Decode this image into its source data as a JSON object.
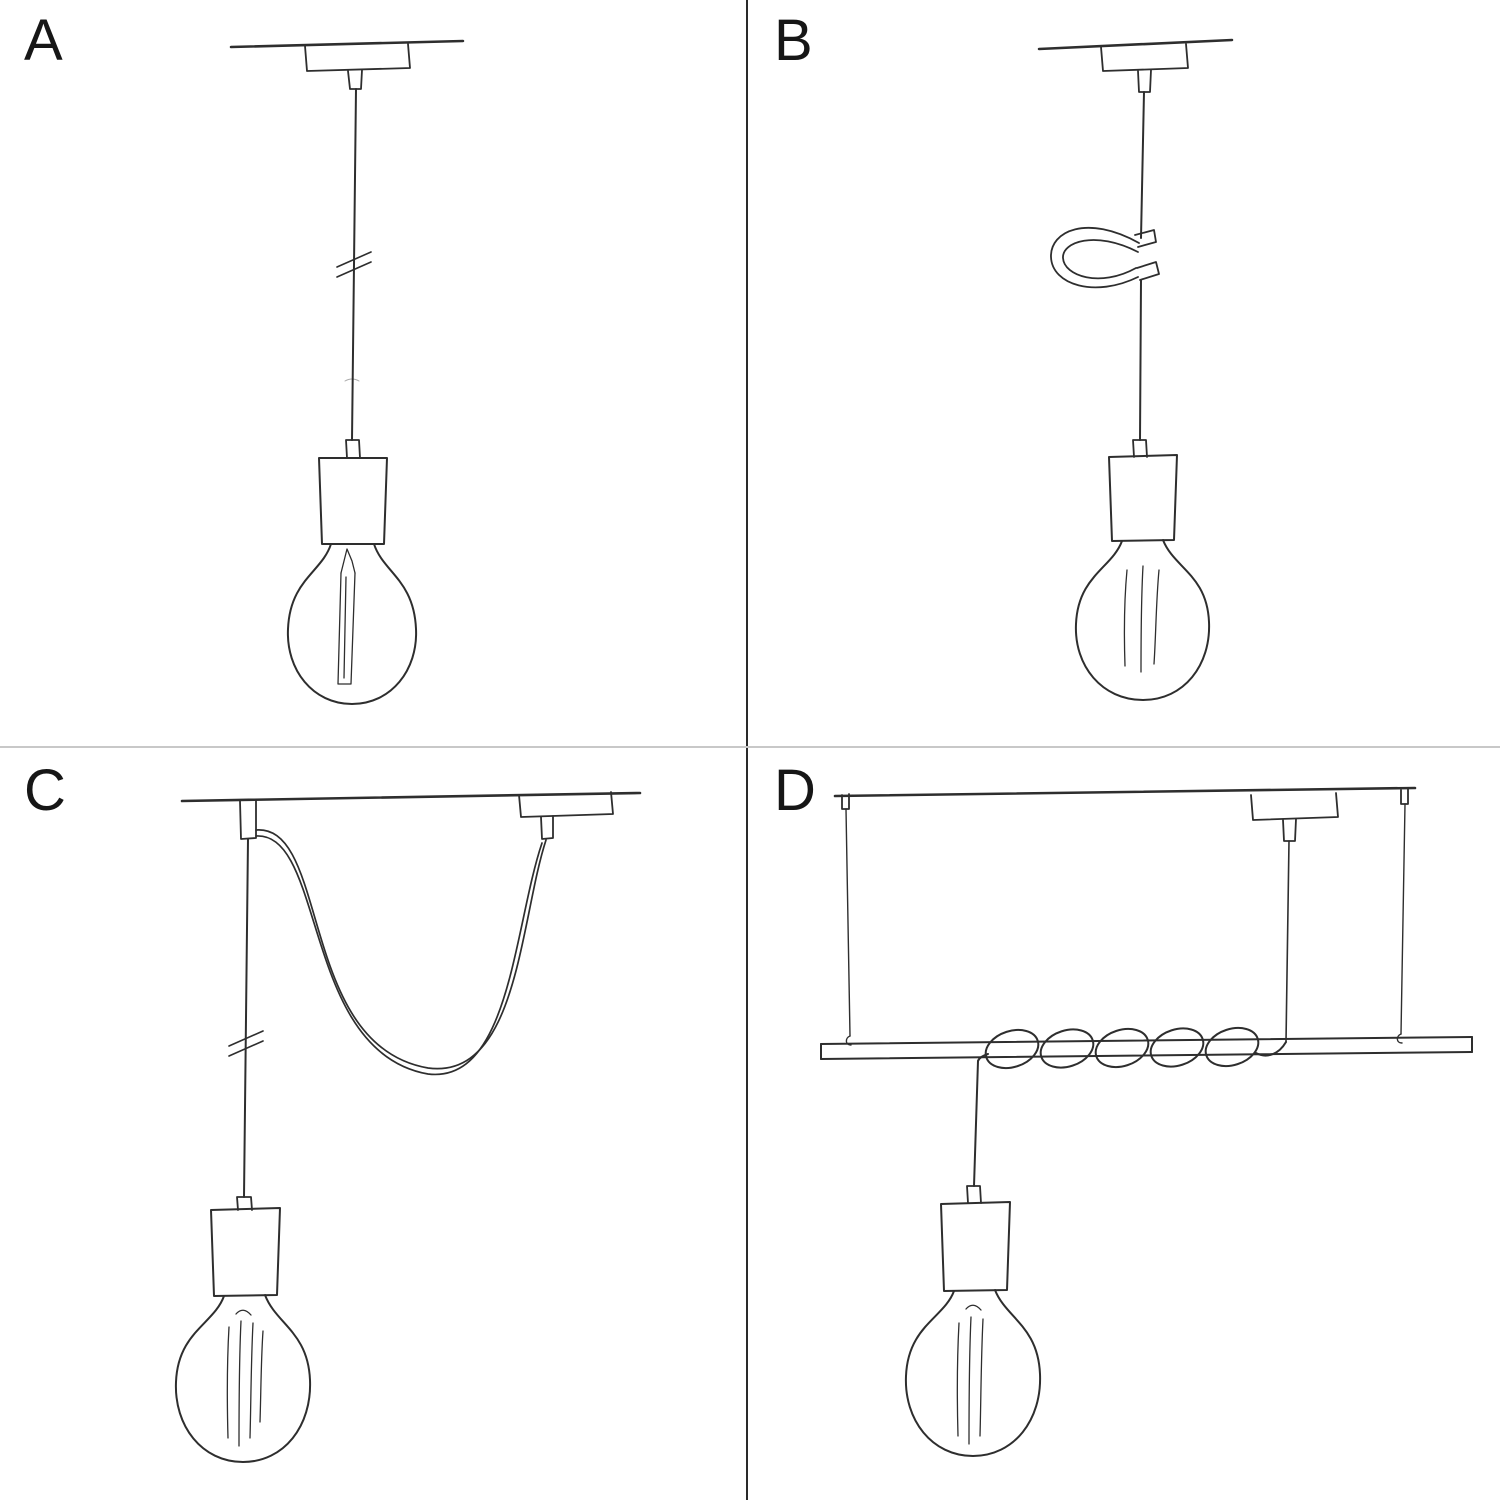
{
  "page": {
    "background": "#ffffff",
    "ink_color": "#2e2e2e",
    "divider_vertical_color": "#2a2a2a",
    "divider_horizontal_color": "#c8c8c8"
  },
  "panels": [
    {
      "label": "A"
    },
    {
      "label": "B"
    },
    {
      "label": "C"
    },
    {
      "label": "D"
    }
  ]
}
